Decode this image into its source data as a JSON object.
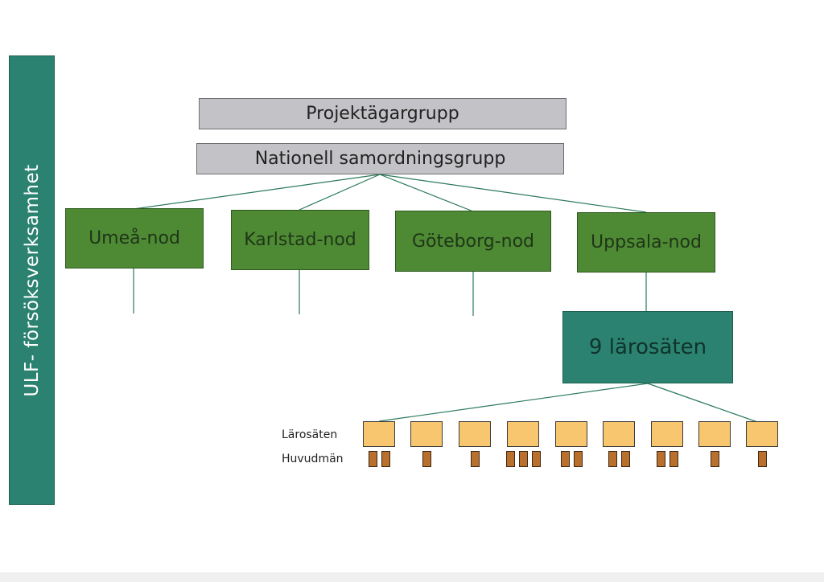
{
  "side_label": "ULF- försöksverksamhet",
  "top_boxes": {
    "project_owner": "Projektägargrupp",
    "national_group": "Nationell samordningsgrupp"
  },
  "nodes": [
    "Umeå-nod",
    "Karlstad-nod",
    "Göteborg-nod",
    "Uppsala-nod"
  ],
  "institutions_box": "9 lärosäten",
  "legend": {
    "larosaten": "Lärosäten",
    "huvudman": "Huvudmän"
  },
  "huvudman_counts": [
    2,
    1,
    1,
    3,
    2,
    2,
    2,
    1,
    1
  ],
  "colors": {
    "teal": "#2b8270",
    "node_green": "#4e8a34",
    "gray": "#c3c3c7",
    "institution": "#f7c66e",
    "huvudman": "#b9702c"
  }
}
